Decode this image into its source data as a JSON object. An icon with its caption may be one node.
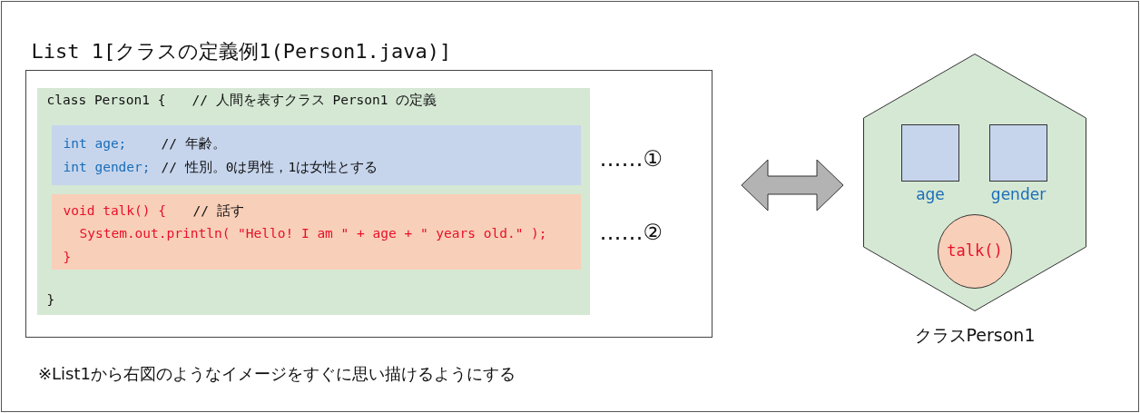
{
  "diagram": {
    "nodes": [
      {
        "text": [
          "List 1[クラスの定義例1(Person1.java)]"
        ]
      },
      {
        "text": [
          "class Person1 {",
          "// 人間を表すクラス Person1 の定義",
          "}"
        ],
        "in": 0
      },
      {
        "text": [
          "int age;",
          "// 年齢。",
          "int gender;",
          "// 性別。0は男性，1は女性とする"
        ],
        "in": 1,
        "beside": [
          "……①"
        ]
      },
      {
        "text": [
          "void talk() {",
          "// 話す",
          "System.out.println( \"Hello! I am \" + age + \" years old.\" );",
          "}"
        ],
        "in": 1,
        "beside": [
          "……②"
        ]
      },
      {
        "text": [
          "クラスPerson1"
        ]
      },
      {
        "text": [
          "age"
        ],
        "in": 4
      },
      {
        "text": [
          "gender"
        ],
        "in": 4
      },
      {
        "text": [
          "talk()"
        ],
        "in": 4
      }
    ],
    "edges": [
      {
        "from": 0,
        "to": 4,
        "arrow": "both"
      }
    ],
    "labels": [
      "※List1から右図のようなイメージをすぐに思い描けるようにする"
    ]
  }
}
